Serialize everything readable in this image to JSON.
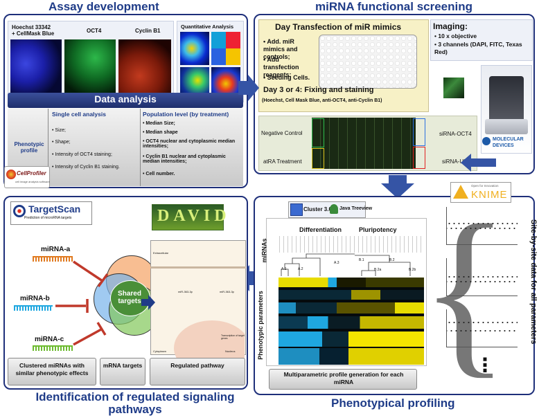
{
  "titles": {
    "assay": "Assay development",
    "screening": "miRNA functional screening",
    "identification": "Identification of regulated signaling pathways",
    "profiling": "Phenotypical profiling"
  },
  "assay": {
    "channel_labels": [
      "Hoechst  33342\n+ CellMask Blue",
      "OCT4",
      "Cyclin B1"
    ],
    "quant_title": "Quantitative Analysis",
    "data_analysis": "Data analysis",
    "single_cell": "Single cell analysis",
    "population": "Population level (by treatment)",
    "phenotypic_profile": "Phenotypic profile",
    "single_items": [
      "Size;",
      "Shape;",
      "Intensity of OCT4 staining;",
      "Intensity of Cyclin B1 staining."
    ],
    "population_items": [
      "Median Size;",
      "Median shape",
      "OCT4 nuclear and cytoplasmic median intensities;",
      "Cyclin B1 nuclear and cytoplasmic median intensities;",
      "Cell number."
    ],
    "cellprofiler_logo": "CellProfiler",
    "cellprofiler_sub": "cell image analysis software"
  },
  "screening": {
    "day_transfection": "Day Transfection of miR mimics",
    "steps": [
      "Add. miR mimics and controls;",
      "Add transfection reagents;",
      "Seeding Cells."
    ],
    "day34": "Day 3 or 4: Fixing and staining",
    "stains": "(Hoechst, Cell Mask Blue, anti-OCT4, anti-Cyclin B1)",
    "imaging_title": "Imaging:",
    "imaging_items": [
      "10 x objective",
      "3 channels (DAPI, FITC, Texas Red)"
    ],
    "neg_control": "Negative Control",
    "atra": "atRA Treatment",
    "sirna_oct4": "siRNA-OCT4",
    "sirna_ubc": "siRNA-UBC",
    "molecular": "MOLECULAR",
    "devices": "DEVICES"
  },
  "identification": {
    "targetscan": "TargetScan",
    "targetscan_sub": "Prediction of microRNA targets",
    "david": "DAVID",
    "mirna": [
      "miRNA-a",
      "miRNA-b",
      "miRNA-c"
    ],
    "shared_targets": "Shared targets",
    "bottom": [
      "Clustered miRNAs with similar phenotypic effects",
      "mRNA targets",
      "Regulated pathway"
    ],
    "pathway_labels": [
      "Extracellular",
      "Cytoplasm",
      "Nucleus",
      "miR-363-3p",
      "miR-363-3p",
      "Transcription of target genes"
    ]
  },
  "profiling": {
    "cluster": "Cluster 3.0",
    "treeview": "Java Treeview",
    "knime": "KNIME",
    "knime_sub": "Open for Innovation",
    "differentiation": "Differentiation",
    "pluripotency": "Pluripotency",
    "mirnas": "miRNAs",
    "phenotypic_parameters": "Phenotypic parameters",
    "cluster_labels": [
      "A.1",
      "A.2",
      "A.3",
      "B.1",
      "B.2",
      "B.2a",
      "B.2b"
    ],
    "multiparametric": "Multiparametric profile generation for each miRNA",
    "site_by_site": "Site-by-site data for all parameters",
    "dots": "⋮"
  },
  "colors": {
    "navy": "#1e2f7a",
    "title_blue": "#1f3c88",
    "arrow_blue": "#3554a5",
    "red_inhibit": "#c0392b",
    "heat_yellow": "#f5e400",
    "heat_blue": "#1fa7e0"
  }
}
